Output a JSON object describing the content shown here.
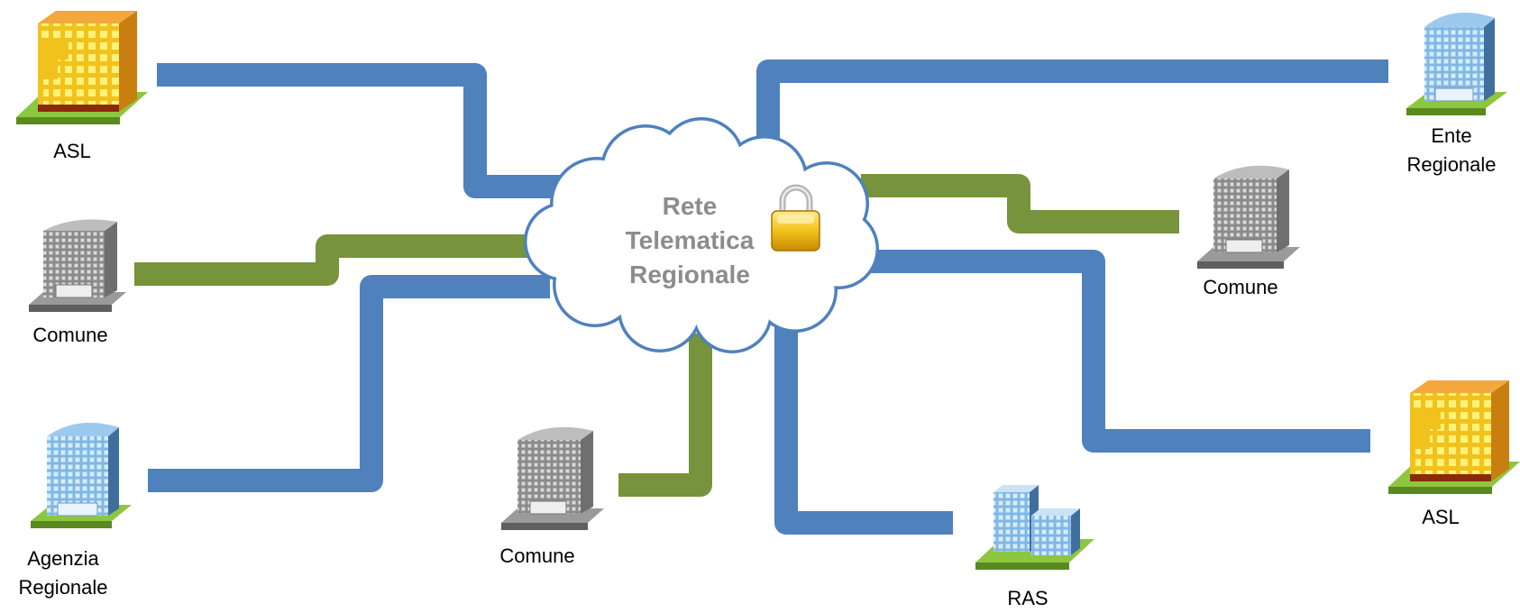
{
  "network": {
    "title_lines": [
      "Rete",
      "Telematica",
      "Regionale"
    ],
    "lock_icon": "padlock-icon"
  },
  "nodes": {
    "asl_left": {
      "lines": [
        "ASL"
      ],
      "icon": "orange-office-building-icon"
    },
    "comune_left": {
      "lines": [
        "Comune"
      ],
      "icon": "gray-office-building-icon"
    },
    "agenzia_regionale": {
      "lines": [
        "Agenzia",
        "Regionale"
      ],
      "icon": "blue-office-building-icon"
    },
    "comune_bottom": {
      "lines": [
        "Comune"
      ],
      "icon": "gray-office-building-icon"
    },
    "ras": {
      "lines": [
        "RAS"
      ],
      "icon": "blue-twin-buildings-icon"
    },
    "ente_regionale": {
      "lines": [
        "Ente",
        "Regionale"
      ],
      "icon": "blue-office-building-icon"
    },
    "comune_right": {
      "lines": [
        "Comune"
      ],
      "icon": "gray-office-building-icon"
    },
    "asl_right": {
      "lines": [
        "ASL"
      ],
      "icon": "orange-office-building-icon"
    }
  },
  "colors": {
    "blue_link": "#4f81bd",
    "green_link": "#77933c",
    "cloud_outline": "#4f81bd",
    "cloud_text": "#8c8c8c",
    "ground": "#8dc63f"
  }
}
